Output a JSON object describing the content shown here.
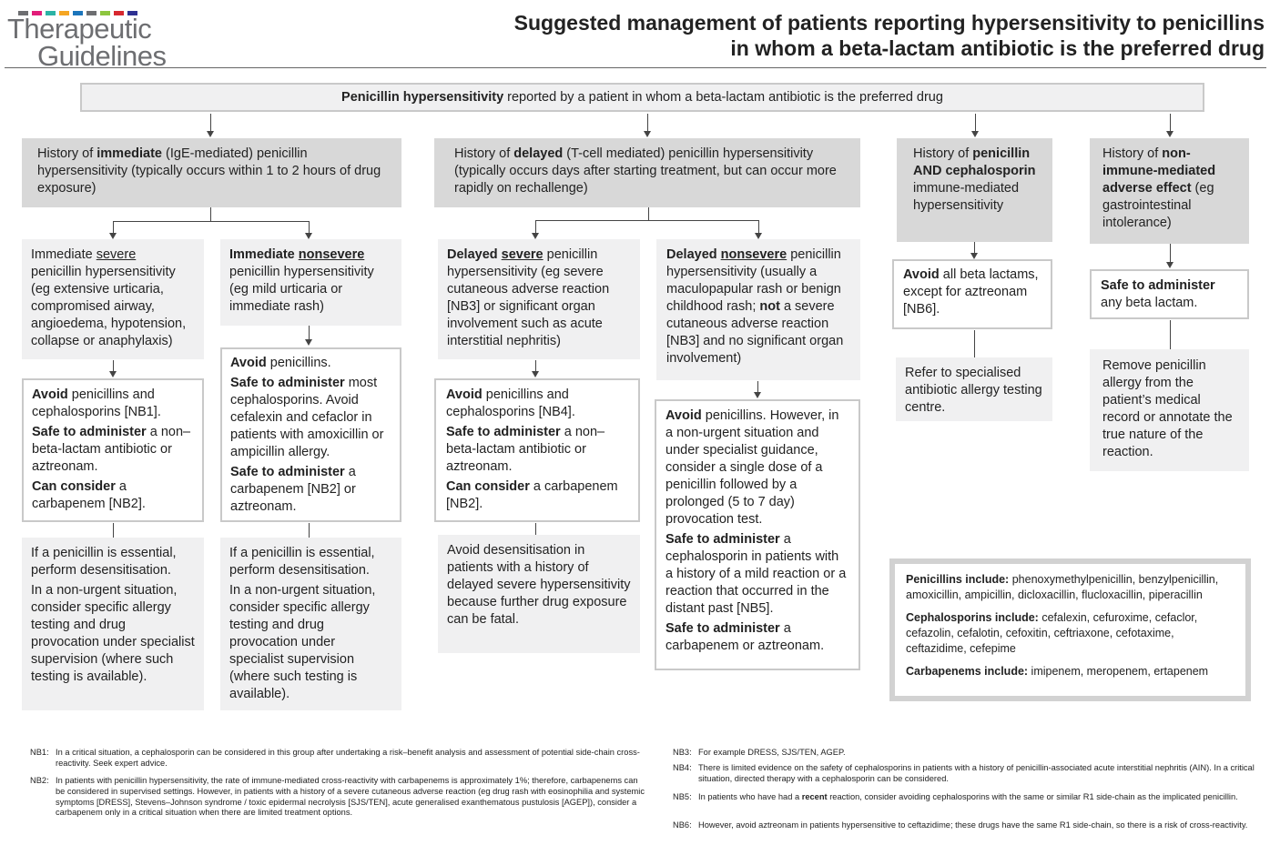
{
  "header": {
    "logo_line1": "Therapeutic",
    "logo_line2": "Guidelines",
    "title_line1": "Suggested management of patients reporting hypersensitivity to penicillins",
    "title_line2": "in whom a beta-lactam antibiotic is the preferred drug"
  },
  "colors": {
    "logo_bars": [
      "#6d6e71",
      "#e21c79",
      "#2bb3a5",
      "#f5a623",
      "#1b75bb",
      "#6d6e71",
      "#8dc63f",
      "#d7282f",
      "#2e3192"
    ],
    "dark_box": "#d8d8d8",
    "light_box": "#f0f0f1"
  },
  "top": {
    "bold": "Penicillin hypersensitivity",
    "rest": " reported by a patient in whom a beta-lactam antibiotic is the preferred drug"
  },
  "immediate": {
    "heading": {
      "a": "History of ",
      "b": "immediate",
      "c": " (IgE-mediated) penicillin hypersensitivity (typically occurs within 1 to 2 hours of drug exposure)"
    },
    "severe": {
      "title_a": "Immediate ",
      "title_u": "severe",
      "text": "penicillin hypersensitivity (eg extensive urticaria, compromised airway, angioedema, hypotension, collapse or anaphylaxis)",
      "avoid_b": "Avoid",
      "avoid_t": " penicillins and cephalosporins [NB1].",
      "safe_b": "Safe to administer",
      "safe_t": " a non–beta-lactam antibiotic or aztreonam.",
      "consider_b": "Can consider",
      "consider_t": " a carbapenem [NB2].",
      "note1": "If a penicillin is essential, perform desensitisation.",
      "note2": "In a non-urgent situation, consider specific allergy testing and drug provocation under specialist supervision (where such testing is available)."
    },
    "nonsevere": {
      "title_a": "Immediate ",
      "title_u": "nonsevere",
      "text": "penicillin hypersensitivity (eg mild urticaria or immediate rash)",
      "avoid_b": "Avoid",
      "avoid_t": " penicillins.",
      "safe1_b": "Safe to administer",
      "safe1_t": " most cephalosporins. Avoid cefalexin and cefaclor in patients with amoxicillin or ampicillin allergy.",
      "safe2_b": "Safe to administer",
      "safe2_t": " a carbapenem [NB2] or aztreonam.",
      "note1": "If a penicillin is essential, perform desensitisation.",
      "note2": "In a non-urgent situation, consider specific allergy testing and drug provocation under specialist supervision (where such testing is available)."
    }
  },
  "delayed": {
    "heading": {
      "a": "History of ",
      "b": "delayed",
      "c": " (T-cell mediated) penicillin hypersensitivity (typically occurs days after starting treatment, but can occur more rapidly on rechallenge)"
    },
    "severe": {
      "title_a": "Delayed ",
      "title_u": "severe",
      "text": " penicillin hypersensitivity (eg severe cutaneous adverse reaction [NB3] or significant organ involvement such as acute interstitial nephritis)",
      "avoid_b": "Avoid",
      "avoid_t": " penicillins and cephalosporins [NB4].",
      "safe_b": "Safe to administer",
      "safe_t": " a non–beta-lactam antibiotic or aztreonam.",
      "consider_b": "Can consider",
      "consider_t": " a carbapenem [NB2].",
      "note": "Avoid desensitisation in patients with a history of delayed severe hypersensitivity because further drug exposure can be fatal."
    },
    "nonsevere": {
      "title_a": "Delayed ",
      "title_u": "nonsevere",
      "text_a": " penicillin hypersensitivity (usually a maculopapular rash or benign childhood rash; ",
      "text_b": "not",
      "text_c": " a severe cutaneous adverse reaction [NB3] and no significant organ involvement)",
      "avoid_b": "Avoid",
      "avoid_t": " penicillins. However, in a non-urgent situation and under specialist guidance, consider a single dose of a penicillin followed by a prolonged (5 to 7 day) provocation test.",
      "safe1_b": "Safe to administer",
      "safe1_t": " a cephalosporin in patients with a history of a mild reaction or a reaction that occurred in the distant past [NB5].",
      "safe2_b": "Safe to administer",
      "safe2_t": " a carbapenem or aztreonam."
    }
  },
  "pen_ceph": {
    "heading": {
      "a": "History of ",
      "b": "penicillin AND cephalosporin",
      "c": " immune-mediated hypersensitivity"
    },
    "avoid_b": "Avoid",
    "avoid_t": " all beta lactams, except for aztreonam [NB6].",
    "note": "Refer to specialised antibiotic allergy testing centre."
  },
  "non_immune": {
    "heading": {
      "a": "History of ",
      "b": "non-immune-mediated adverse effect",
      "c": " (eg gastrointestinal intolerance)"
    },
    "safe_b": "Safe to administer",
    "safe_t": " any beta lactam.",
    "note": "Remove penicillin allergy from the patient’s medical record or annotate the true nature of the reaction."
  },
  "legend": {
    "pen_b": "Penicillins include:",
    "pen_t": " phenoxymethylpenicillin, benzylpenicillin, amoxicillin, ampicillin, dicloxacillin, flucloxacillin, piperacillin",
    "ceph_b": "Cephalosporins include:",
    "ceph_t": " cefalexin, cefuroxime, cefaclor, cefazolin, cefalotin, cefoxitin, ceftriaxone, cefotaxime, ceftazidime, cefepime",
    "carb_b": "Carbapenems include:",
    "carb_t": " imipenem, meropenem, ertapenem"
  },
  "notes": {
    "nb1_tag": "NB1:",
    "nb1": "In a critical situation, a cephalosporin can be considered in this group after undertaking a risk–benefit analysis and assessment of potential side-chain cross-reactivity. Seek expert advice.",
    "nb2_tag": "NB2:",
    "nb2": "In patients with penicillin hypersensitivity, the rate of immune-mediated cross-reactivity with carbapenems is approximately 1%; therefore, carbapenems can be considered in supervised settings. However, in patients with a history of a severe cutaneous adverse reaction (eg drug rash with eosinophilia and systemic symptoms [DRESS], Stevens–Johnson syndrome / toxic epidermal necrolysis [SJS/TEN], acute generalised exanthematous pustulosis [AGEP]), consider a carbapenem only in a critical situation when there are limited treatment options.",
    "nb3_tag": "NB3:",
    "nb3": "For example DRESS, SJS/TEN, AGEP.",
    "nb4_tag": "NB4:",
    "nb4": "There is limited evidence on the safety of cephalosporins in patients with a history of penicillin-associated acute interstitial nephritis (AIN). In a critical situation, directed therapy with a cephalosporin can be considered.",
    "nb5_tag": "NB5:",
    "nb5_a": "In patients who have had a ",
    "nb5_b": "recent",
    "nb5_c": " reaction, consider avoiding cephalosporins with the same or similar R1 side-chain as the implicated penicillin.",
    "nb6_tag": "NB6:",
    "nb6": "However, avoid aztreonam in patients hypersensitive to ceftazidime; these drugs have the same R1 side-chain, so there is a risk of cross-reactivity."
  }
}
